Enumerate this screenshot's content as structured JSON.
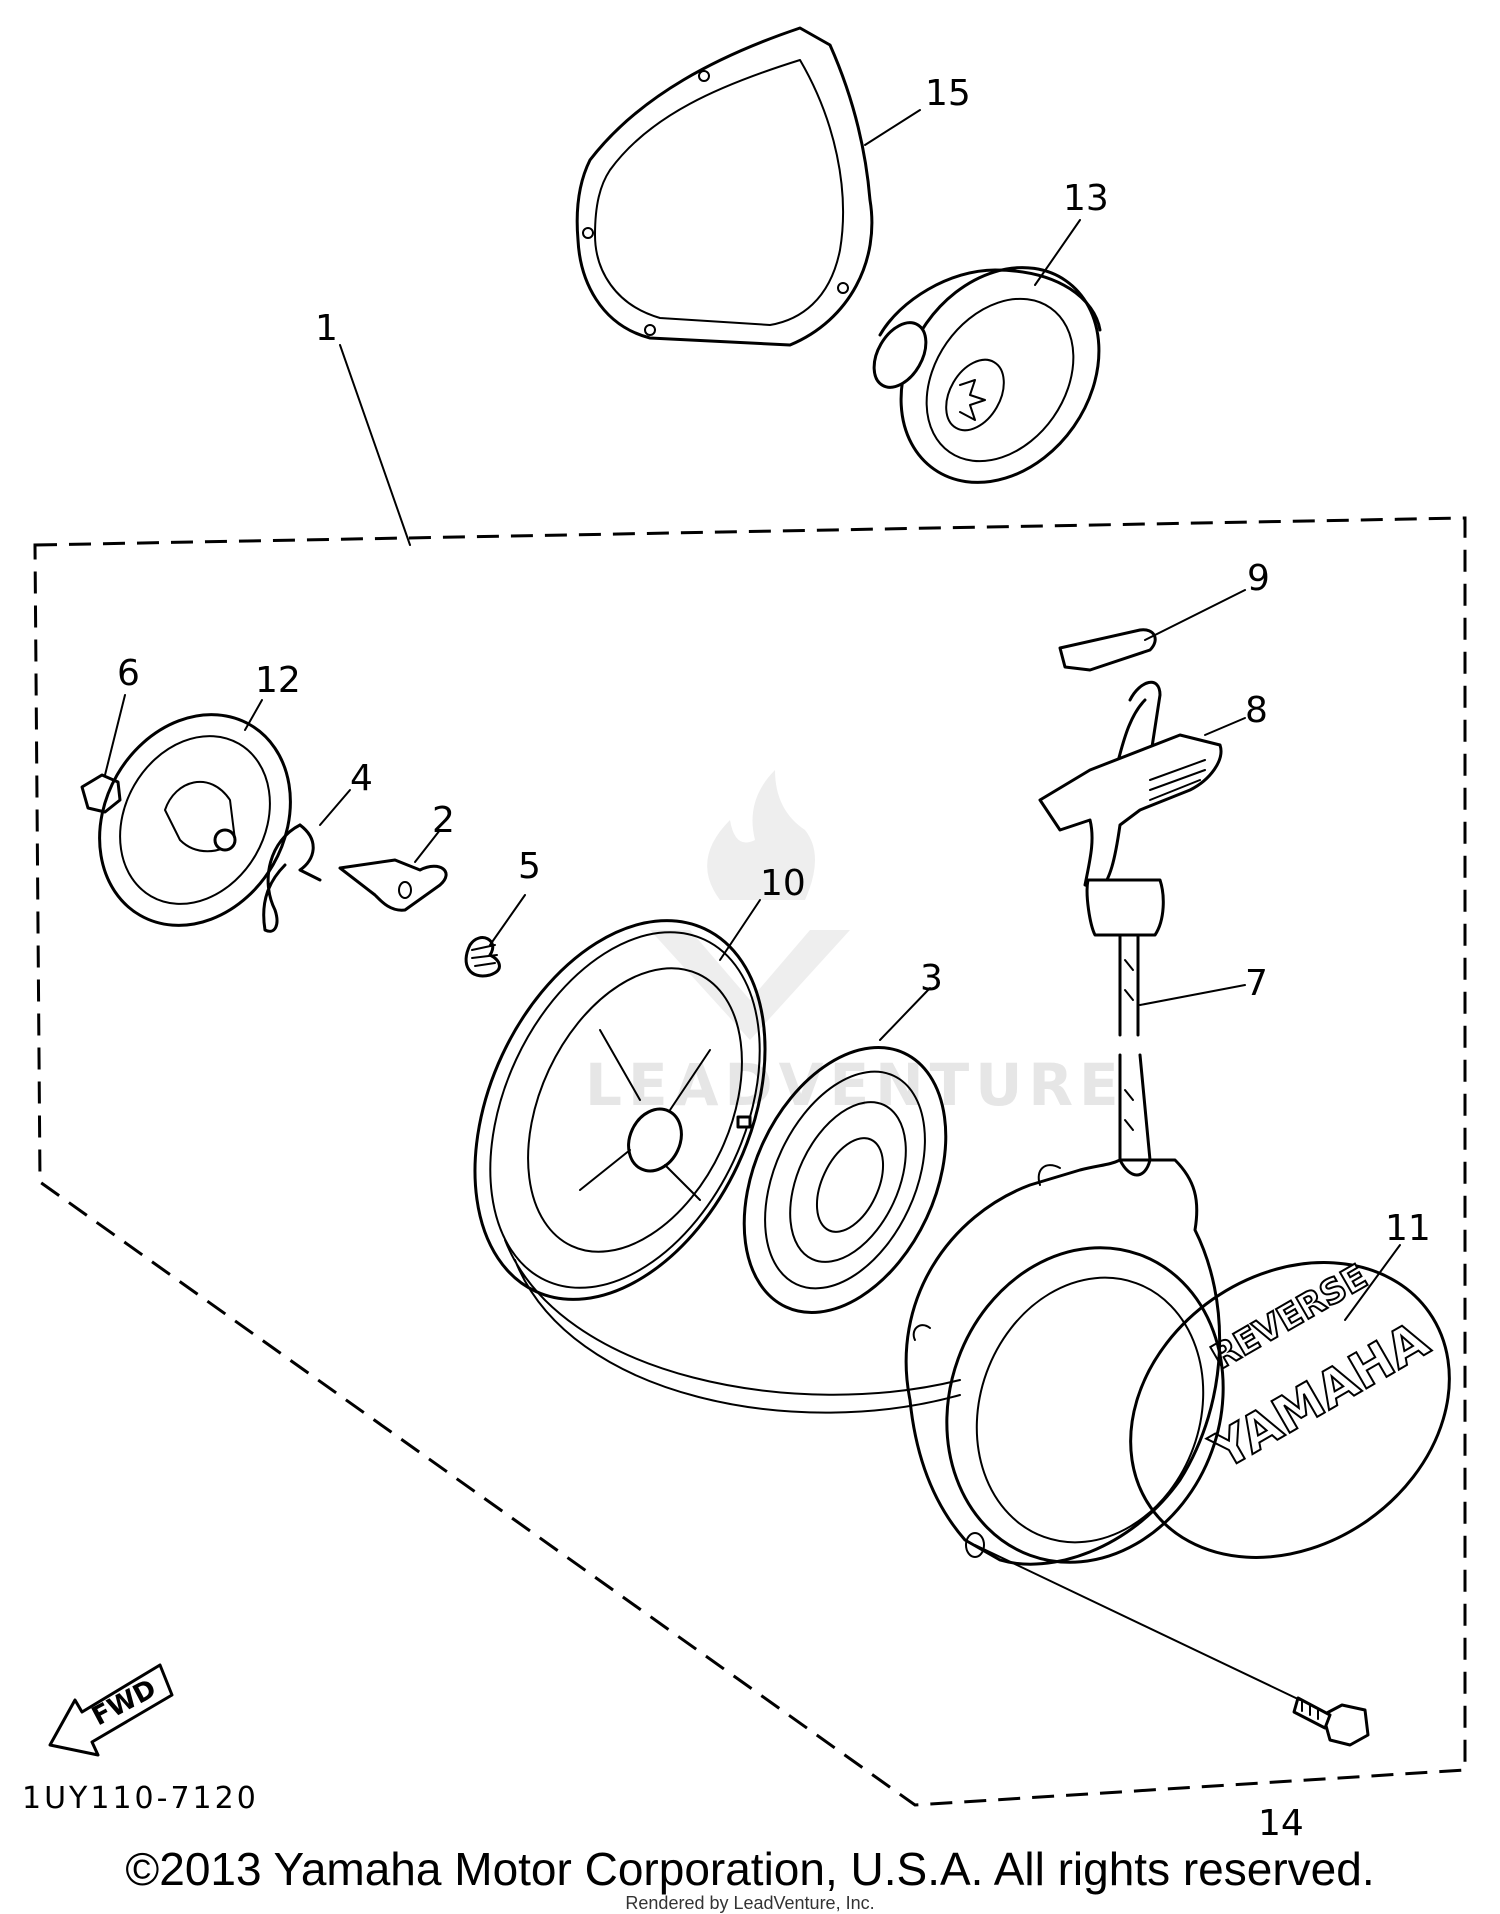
{
  "watermark": {
    "text": "LEADVENTURE"
  },
  "diagram": {
    "drawing_code": "1UY110-7120",
    "fwd_label": "FWD",
    "cover_lettering": {
      "top": "REVERSE",
      "bottom": "YAMAHA"
    },
    "callouts": {
      "c1": "1",
      "c2": "2",
      "c3": "3",
      "c4": "4",
      "c5": "5",
      "c6": "6",
      "c7": "7",
      "c8": "8",
      "c9": "9",
      "c10": "10",
      "c11": "11",
      "c12": "12",
      "c13": "13",
      "c14": "14",
      "c15": "15"
    }
  },
  "footer": {
    "copyright": "©2013 Yamaha Motor Corporation, U.S.A. All rights reserved.",
    "rendered_by": "Rendered by LeadVenture, Inc."
  }
}
